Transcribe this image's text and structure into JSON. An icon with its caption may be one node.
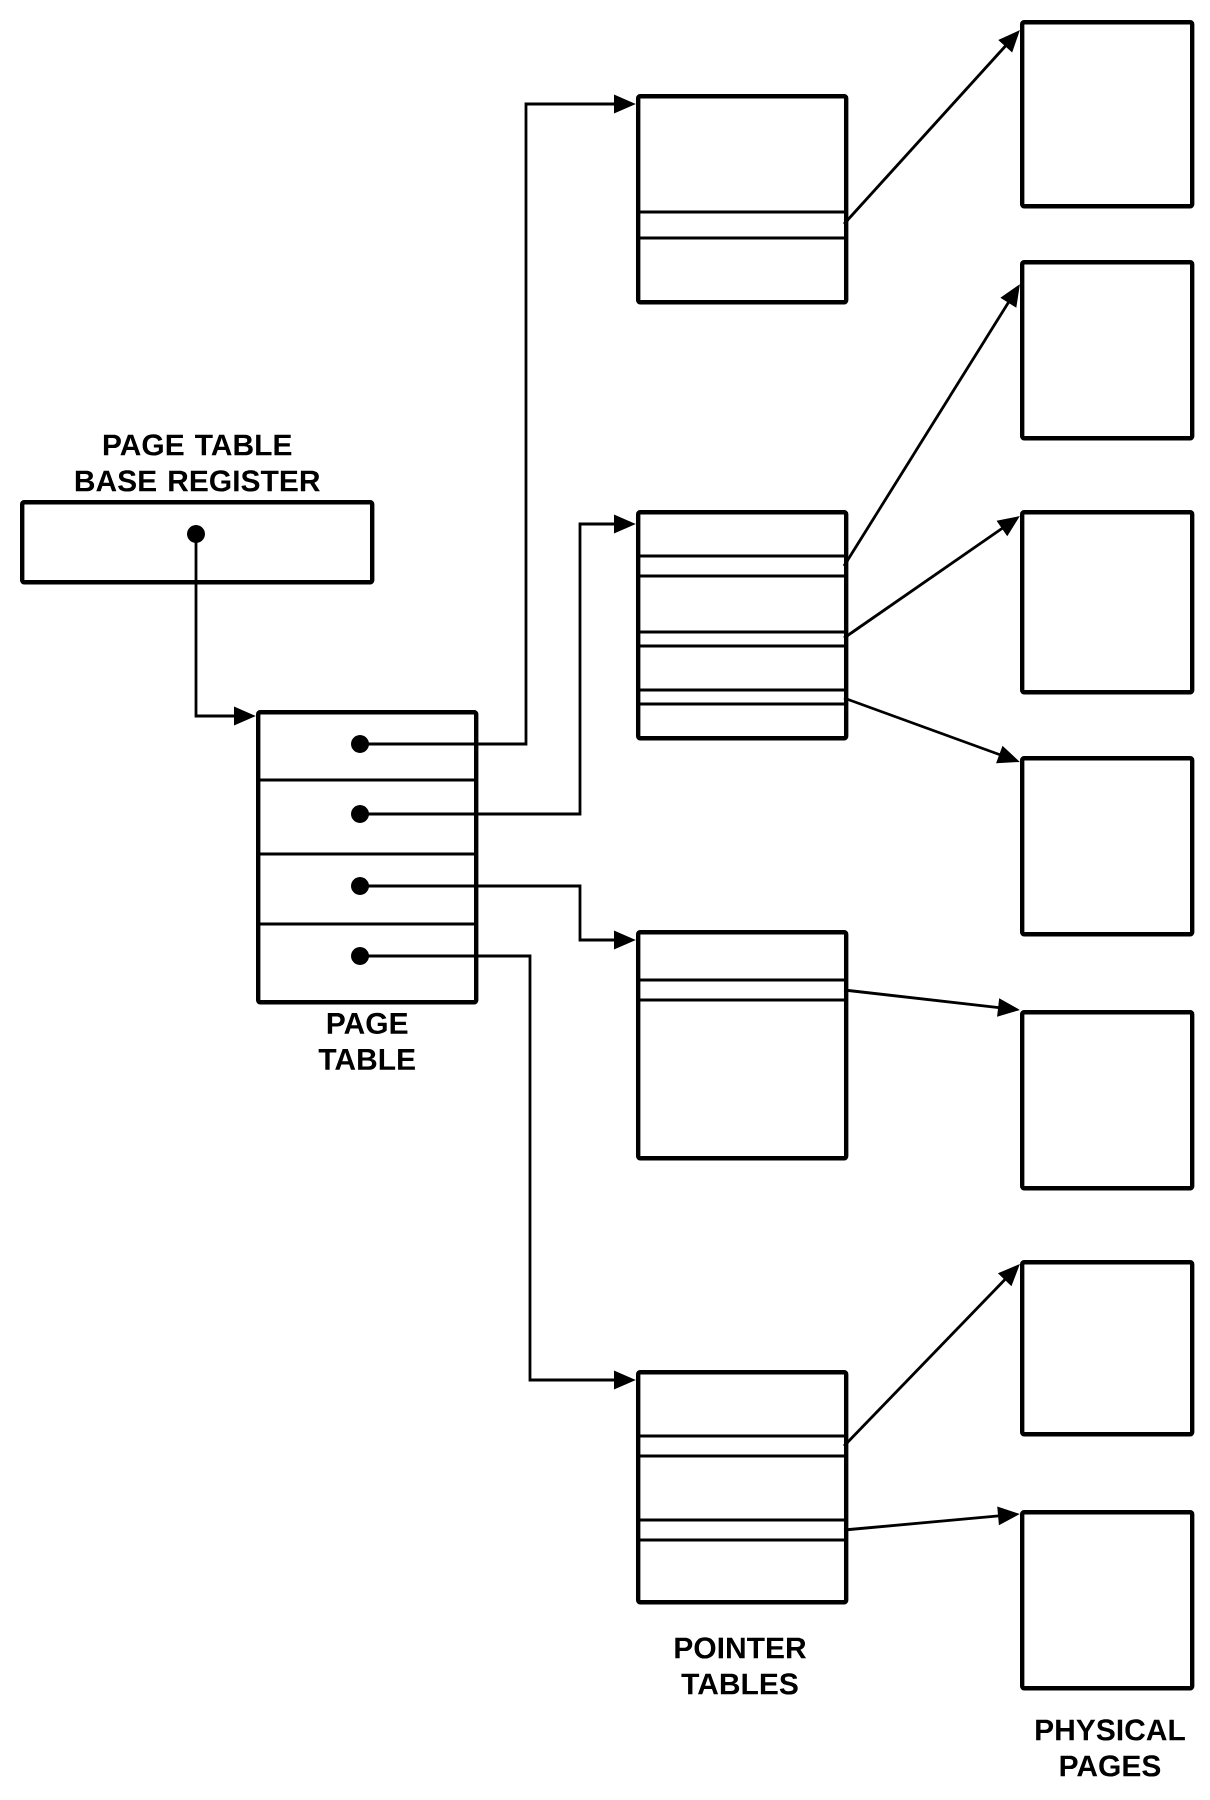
{
  "diagram": {
    "nodes": [
      {
        "text": [
          "PAGE TABLE BASE REGISTER"
        ]
      },
      {
        "text": [
          "PAGE TABLE"
        ]
      },
      {
        "text": [],
        "shape": "box"
      },
      {
        "text": [],
        "shape": "box"
      },
      {
        "text": [],
        "shape": "box"
      },
      {
        "text": [],
        "shape": "box"
      },
      {
        "text": [],
        "shape": "box"
      },
      {
        "text": [],
        "shape": "box"
      },
      {
        "text": [],
        "shape": "box"
      },
      {
        "text": [],
        "shape": "box"
      },
      {
        "text": [],
        "shape": "box"
      },
      {
        "text": [],
        "shape": "box"
      },
      {
        "text": [],
        "shape": "box"
      }
    ],
    "edges": [
      {
        "from": 0,
        "to": 1,
        "arrow": "to"
      },
      {
        "from": 1,
        "to": 2,
        "arrow": "to"
      },
      {
        "from": 1,
        "to": 3,
        "arrow": "to"
      },
      {
        "from": 1,
        "to": 4,
        "arrow": "to"
      },
      {
        "from": 1,
        "to": 5,
        "arrow": "to"
      },
      {
        "from": 2,
        "to": 6,
        "arrow": "to"
      },
      {
        "from": 3,
        "to": 7,
        "arrow": "to"
      },
      {
        "from": 3,
        "to": 8,
        "arrow": "to"
      },
      {
        "from": 3,
        "to": 9,
        "arrow": "to"
      },
      {
        "from": 4,
        "to": 10,
        "arrow": "to"
      },
      {
        "from": 5,
        "to": 11,
        "arrow": "to"
      },
      {
        "from": 5,
        "to": 12,
        "arrow": "to"
      }
    ],
    "labels": [
      "POINTER TABLES",
      "PHYSICAL PAGES"
    ]
  }
}
